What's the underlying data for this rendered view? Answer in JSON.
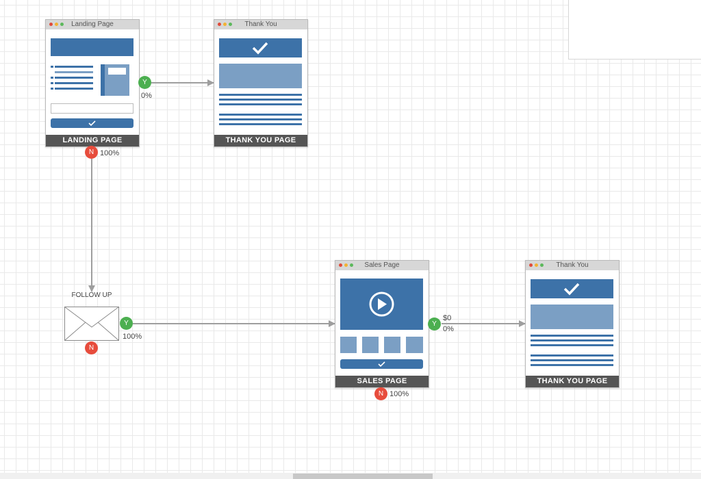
{
  "nodes": {
    "landing": {
      "window_title": "Landing Page",
      "footer": "LANDING PAGE"
    },
    "thanks1": {
      "window_title": "Thank You",
      "footer": "THANK YOU PAGE"
    },
    "sales": {
      "window_title": "Sales Page",
      "footer": "SALES PAGE"
    },
    "thanks2": {
      "window_title": "Thank You",
      "footer": "THANK YOU PAGE"
    }
  },
  "email": {
    "title": "FOLLOW UP"
  },
  "badges": {
    "yes": "Y",
    "no": "N"
  },
  "stats": {
    "landing_yes": "0%",
    "landing_no": "100%",
    "email_yes": "100%",
    "sales_yes_value": "$0",
    "sales_yes": "0%",
    "sales_no": "100%"
  },
  "icons": {
    "check": "check-icon",
    "play": "play-icon",
    "envelope": "envelope-icon"
  },
  "colors": {
    "accent": "#3d72a8",
    "accent_light": "#7b9fc4",
    "yes": "#4caf50",
    "no": "#e74c3c",
    "footer": "#555555"
  }
}
